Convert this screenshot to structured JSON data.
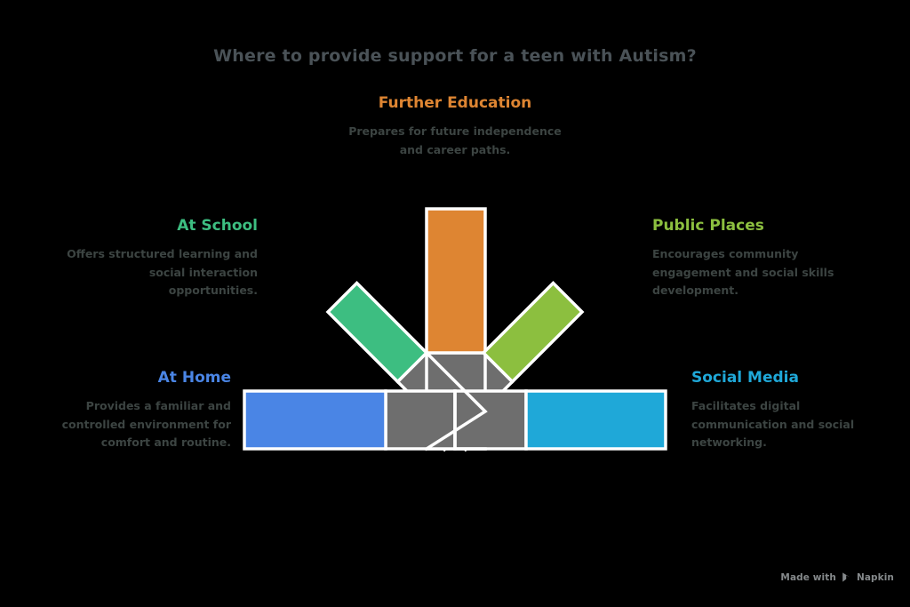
{
  "title": "Where to provide support for a teen with Autism?",
  "colors": {
    "background": "#000000",
    "title_text": "#4A5257",
    "body_text": "#3C4442",
    "stroke": "#FFFFFF",
    "tail_gray": "#6E6E6E",
    "orange": "#DE8532",
    "green": "#3DBE81",
    "yellow_green": "#8CBF3F",
    "blue": "#4A85E5",
    "cyan": "#1FA8D8",
    "watermark": "#85898B"
  },
  "items": [
    {
      "id": "at-school",
      "title": "At School",
      "description": "Offers structured learning and social interaction opportunities.",
      "color": "#3DBE81",
      "align": "right"
    },
    {
      "id": "further-education",
      "title": "Further Education",
      "description": "Prepares for future independence and career paths.",
      "color": "#DE8532",
      "align": "center"
    },
    {
      "id": "public-places",
      "title": "Public Places",
      "description": "Encourages community engagement and social skills development.",
      "color": "#8CBF3F",
      "align": "left"
    },
    {
      "id": "at-home",
      "title": "At Home",
      "description": "Provides a familiar and controlled environment for comfort and routine.",
      "color": "#4A85E5",
      "align": "right"
    },
    {
      "id": "social-media",
      "title": "Social Media",
      "description": "Facilitates digital communication and social networking.",
      "color": "#1FA8D8",
      "align": "left"
    }
  ],
  "watermark": {
    "prefix": "Made with",
    "brand": "Napkin"
  }
}
